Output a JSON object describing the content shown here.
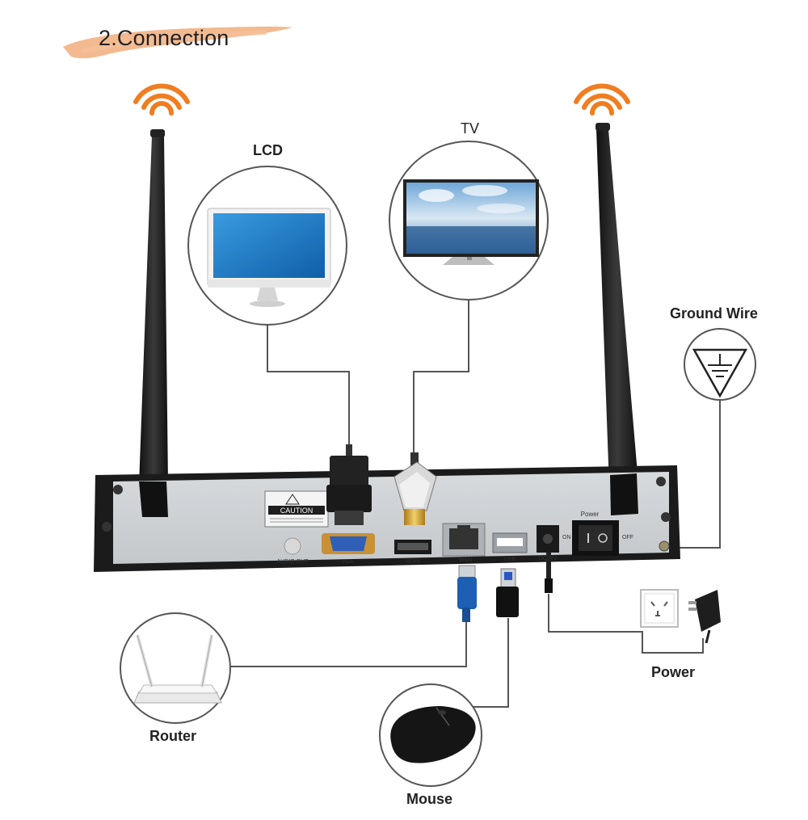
{
  "title": "2.Connection",
  "labels": {
    "lcd": "LCD",
    "tv": "TV",
    "ground_wire": "Ground Wire",
    "router": "Router",
    "power": "Power",
    "mouse": "Mouse"
  },
  "panel": {
    "caution": "CAUTION",
    "audio_out": "AUDIO OUT",
    "vga": "VGA",
    "hdmi": "HDMI",
    "wan": "WAN",
    "usb": "USB",
    "dc12v": "DC12V",
    "power": "Power",
    "on": "ON",
    "off": "OFF"
  },
  "colors": {
    "accent_brush": "#f2b183",
    "wifi_orange": "#f07d1f",
    "panel_gray": "#cfd3d6",
    "frame_black": "#1b1b1b",
    "line_gray": "#555555"
  }
}
